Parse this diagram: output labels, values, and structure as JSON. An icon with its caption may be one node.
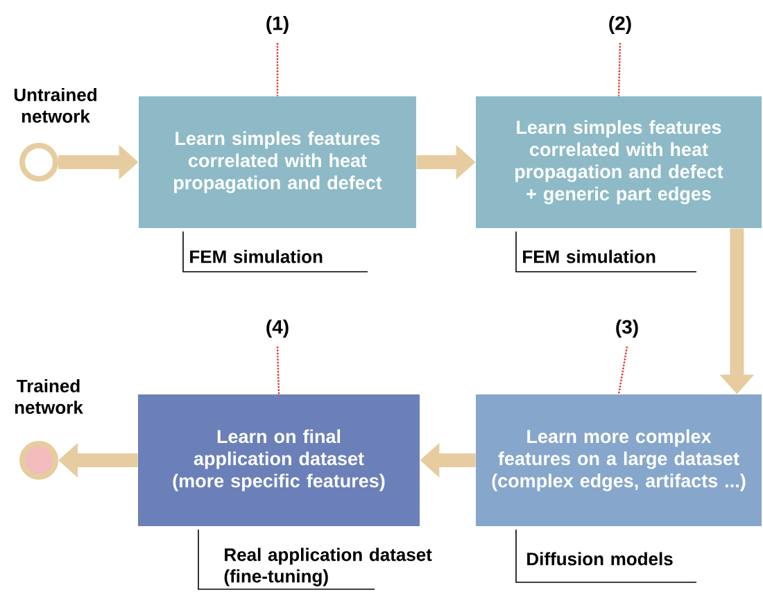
{
  "diagram": {
    "nodes": [
      {
        "text": [],
        "shape": "circle",
        "beside": [
          "Untrained network"
        ]
      },
      {
        "text": [
          "Learn simples features correlated with heat propagation and defect"
        ],
        "beside": [
          "(1)",
          "FEM simulation"
        ]
      },
      {
        "text": [
          "Learn simples features correlated with heat propagation and defect + generic  part edges"
        ],
        "beside": [
          "(2)",
          "FEM simulation"
        ]
      },
      {
        "text": [
          "Learn more complex features on a large dataset (complex edges, artifacts  ...)"
        ],
        "beside": [
          "(3)",
          "Diffusion models"
        ]
      },
      {
        "text": [
          "Learn on final application dataset (more specific features)"
        ],
        "beside": [
          "(4)",
          "Real application dataset (fine-tuning)"
        ]
      },
      {
        "text": [],
        "shape": "circle",
        "beside": [
          "Trained network"
        ]
      }
    ],
    "edges": [
      {
        "from": 0,
        "to": 1,
        "arrow": "to"
      },
      {
        "from": 1,
        "to": 2,
        "arrow": "to"
      },
      {
        "from": 2,
        "to": 3,
        "arrow": "to"
      },
      {
        "from": 3,
        "to": 4,
        "arrow": "to"
      },
      {
        "from": 4,
        "to": 5,
        "arrow": "to"
      }
    ]
  }
}
